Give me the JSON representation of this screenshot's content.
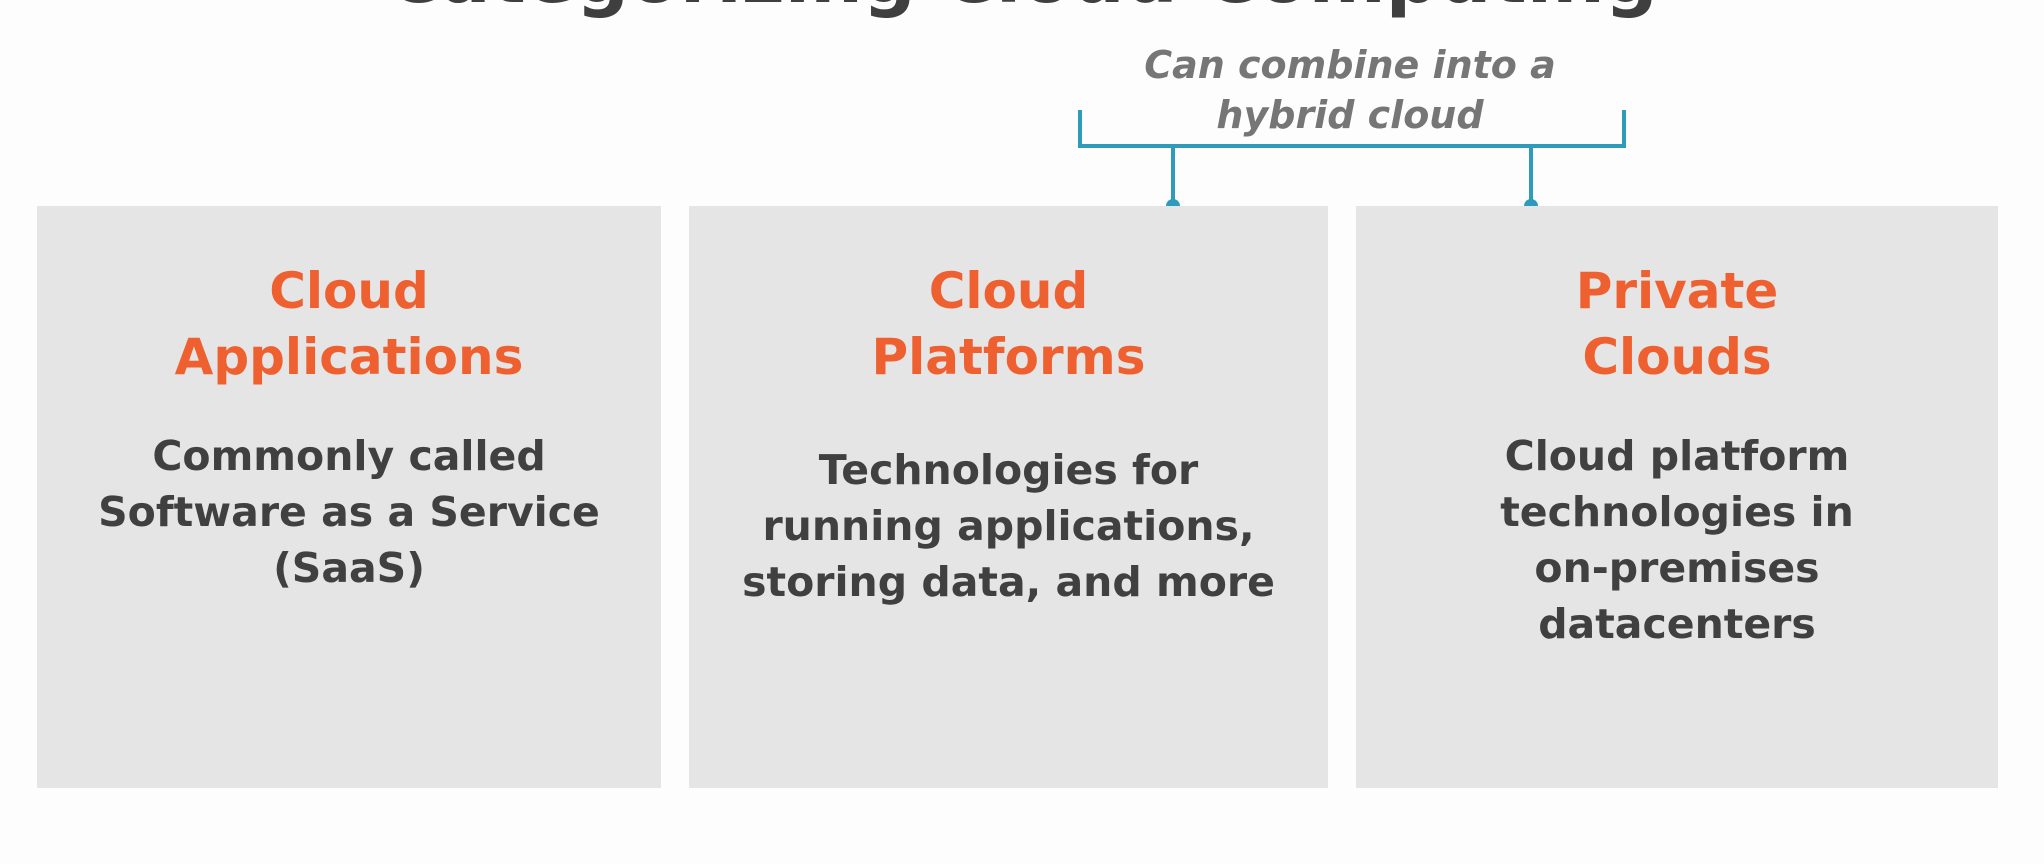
{
  "heading": "Categorizing Cloud Computing",
  "annotation": {
    "line1": "Can combine into a",
    "line2": "hybrid cloud"
  },
  "boxes": [
    {
      "title_line1": "Cloud",
      "title_line2": "Applications",
      "description": "Commonly called Software as a Service (SaaS)"
    },
    {
      "title_line1": "Cloud",
      "title_line2": "Platforms",
      "description": "Technologies for running applications, storing data, and more"
    },
    {
      "title_line1": "Private",
      "title_line2": "Clouds",
      "description": "Cloud platform technologies in on-premises datacenters"
    }
  ],
  "colors": {
    "title": "#ee6030",
    "text": "#404040",
    "box_background": "#e5e5e5",
    "bracket": "#2f9bbb",
    "annotation": "#767676"
  }
}
